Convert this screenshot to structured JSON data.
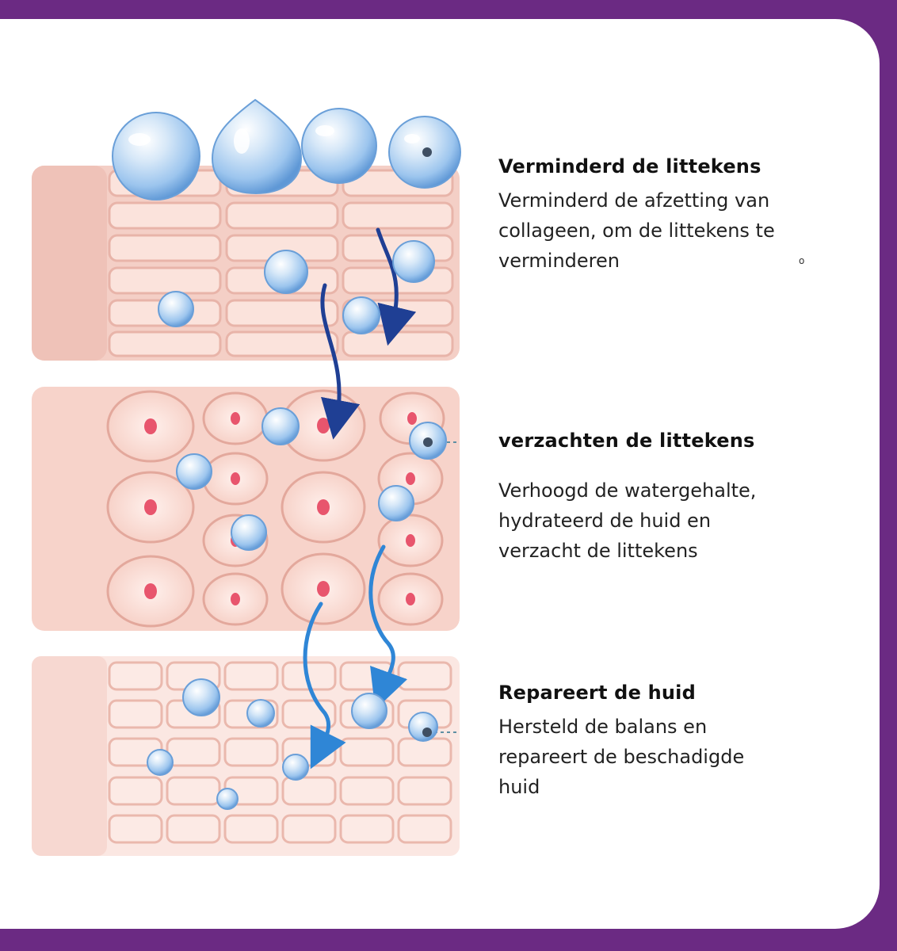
{
  "features": [
    {
      "title": "Verminderd de littekens",
      "lines": [
        "Verminderd de afzetting van",
        "collageen, om de littekens te",
        "verminderen"
      ]
    },
    {
      "title": "verzachten de littekens",
      "lines": [
        "Verhoogd de watergehalte,",
        "hydrateerd de huid en",
        "verzacht de littekens"
      ]
    },
    {
      "title": "Repareert de huid",
      "lines": [
        "Hersteld de balans en",
        "repareert de beschadigde",
        "huid"
      ]
    }
  ],
  "stray_mark": "o",
  "colors": {
    "frame": "#6b2a83",
    "skin": "#f9d9d0",
    "cell_fill": "#fbe3dc",
    "cell_stroke": "#e8b4a9",
    "nucleus": "#e8556d",
    "arrow_dark": "#1f3f94",
    "arrow_light": "#2f86d6",
    "drop": "#8fbce8"
  }
}
